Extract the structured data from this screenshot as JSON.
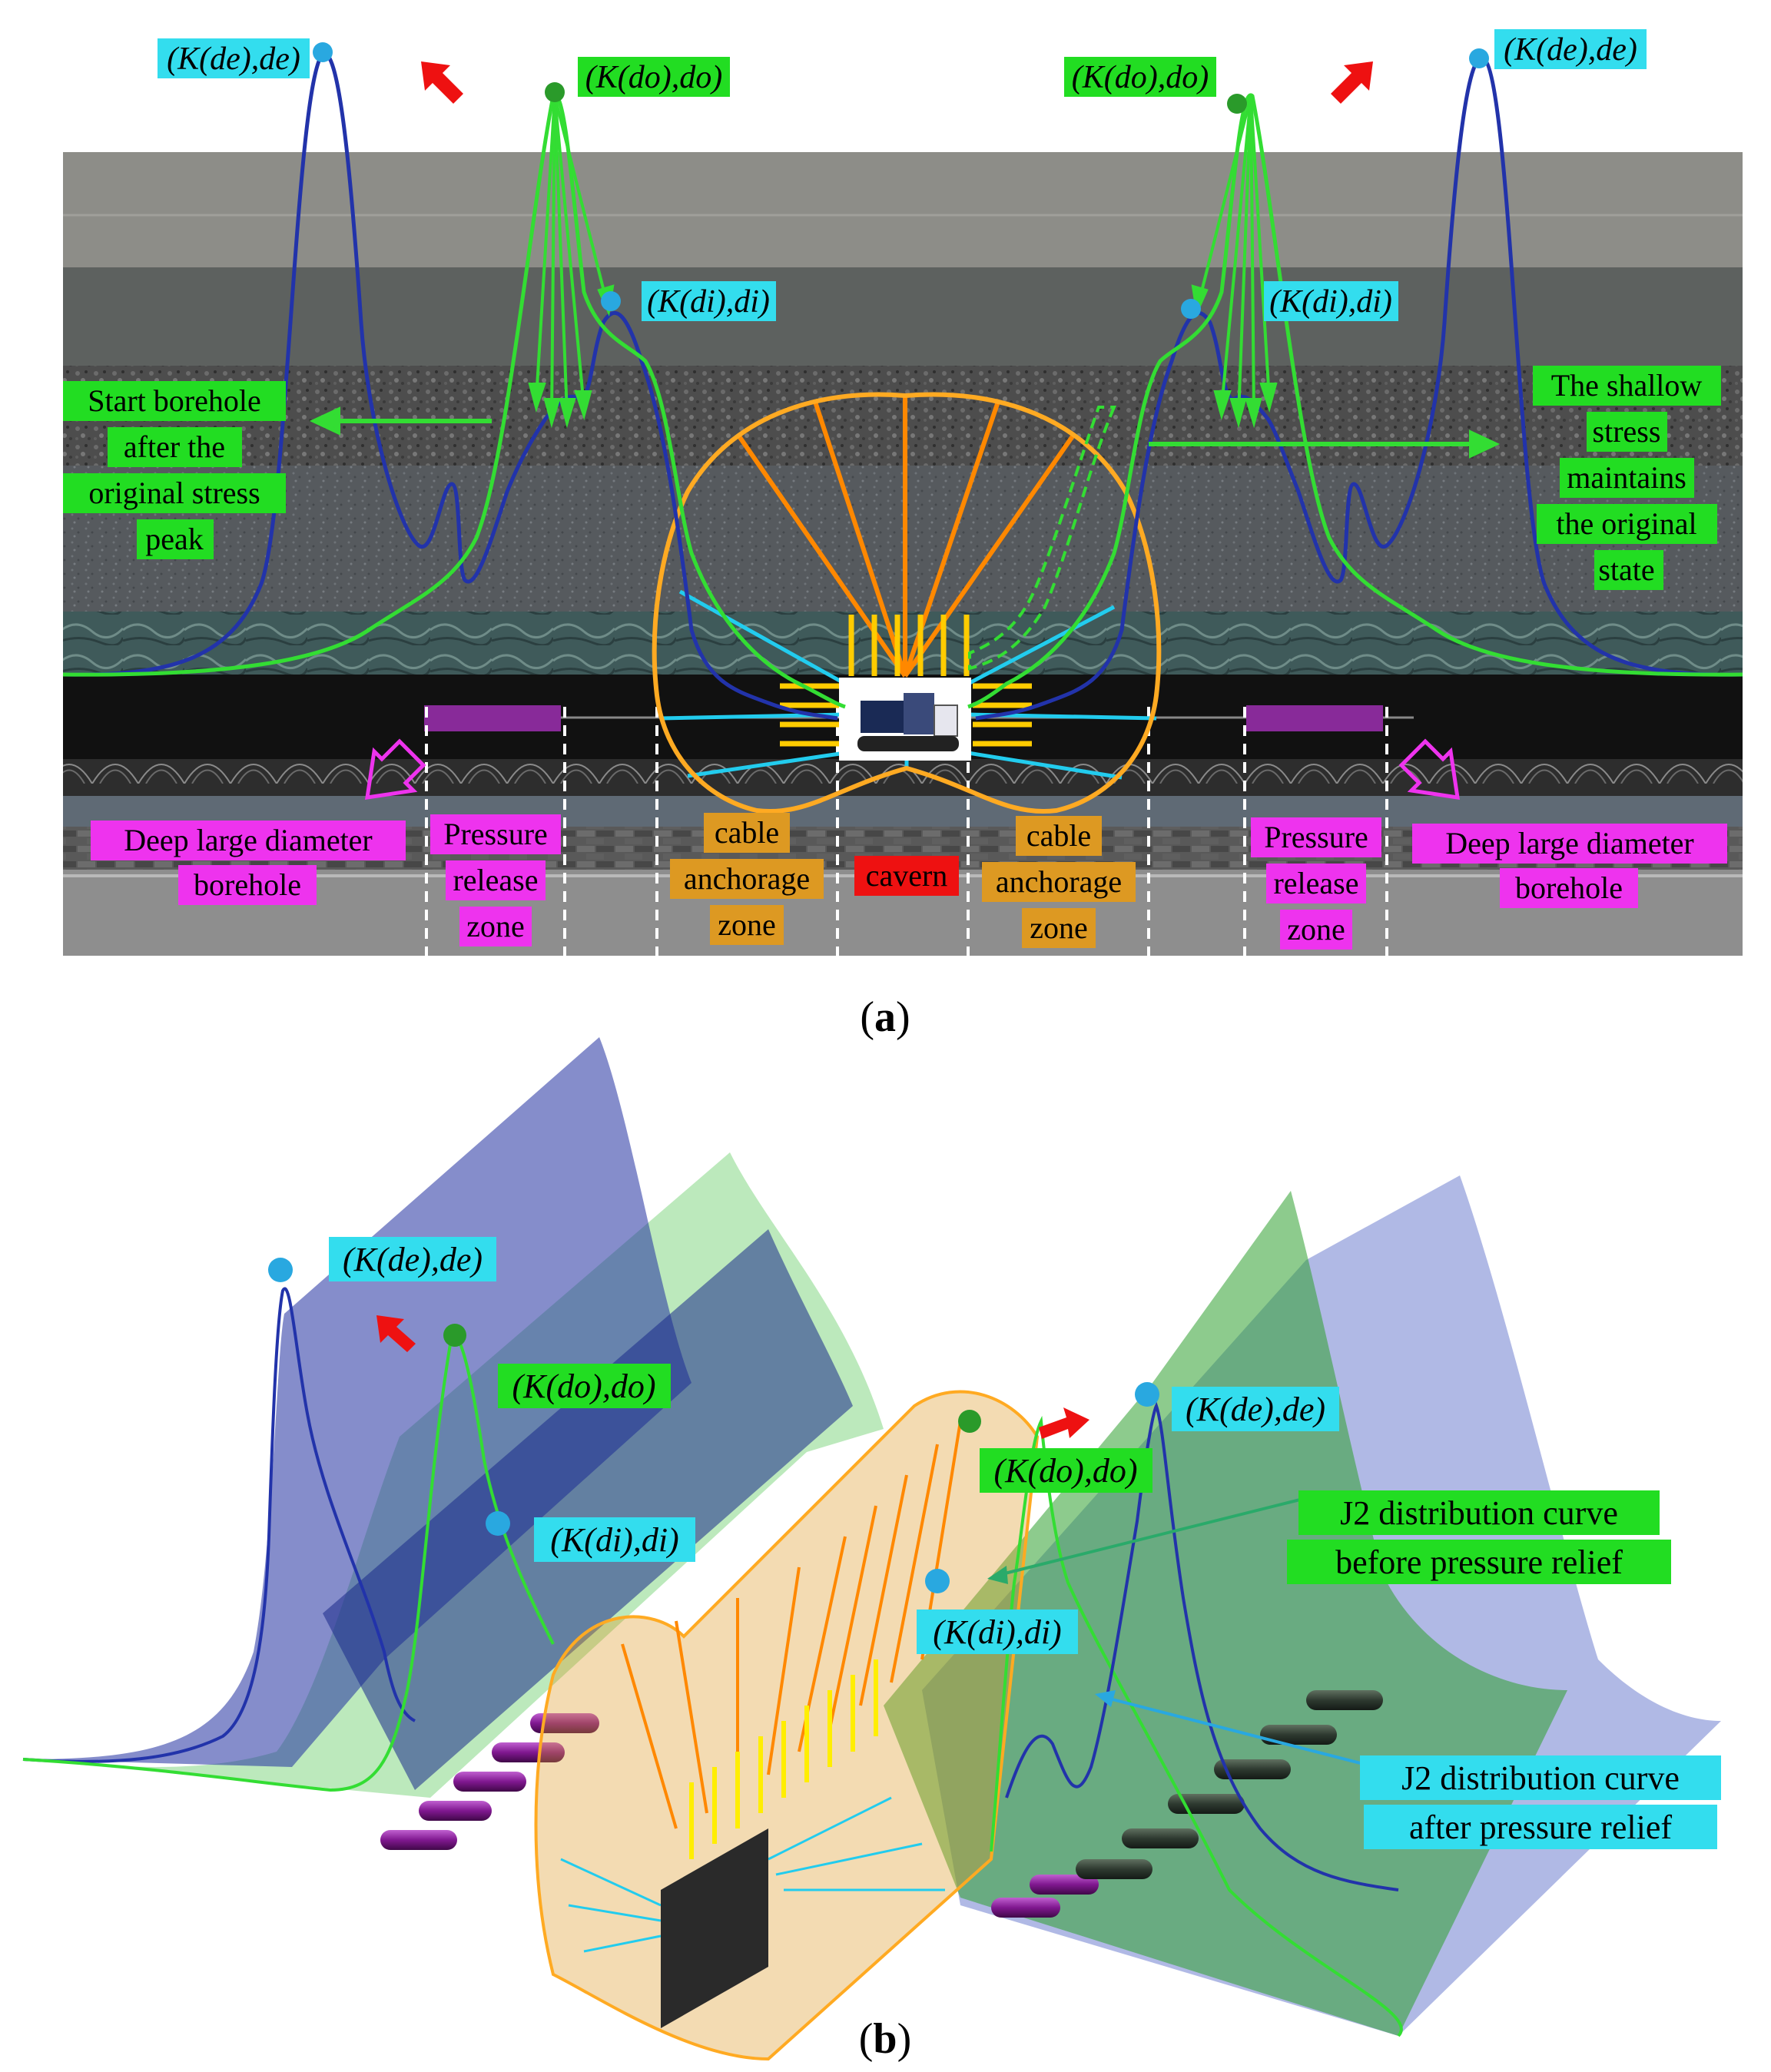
{
  "panel_a": {
    "caption_open": "(",
    "caption_letter": "a",
    "caption_close": ")",
    "labels": {
      "kde_left": "(K(de),de)",
      "kdo_left": "(K(do),do)",
      "kdi_left": "(K(di),di)",
      "kdo_right": "(K(do),do)",
      "kde_right": "(K(de),de)",
      "kdi_right": "(K(di),di)"
    },
    "notes": {
      "start_borehole": [
        "Start borehole",
        "after the",
        "original stress",
        "peak"
      ],
      "shallow_stress": [
        "The shallow",
        "stress",
        "maintains",
        "the original",
        "state"
      ]
    },
    "zones": {
      "deep_left": [
        "Deep large diameter",
        "borehole"
      ],
      "pressure_left": [
        "Pressure",
        "release",
        "zone"
      ],
      "cable_left": [
        "cable",
        "anchorage",
        "zone"
      ],
      "cavern": "cavern",
      "cable_right": [
        "cable",
        "anchorage",
        "zone"
      ],
      "pressure_right": [
        "Pressure",
        "release",
        "zone"
      ],
      "deep_right": [
        "Deep large diameter",
        "borehole"
      ]
    }
  },
  "panel_b": {
    "caption_open": "(",
    "caption_letter": "b",
    "caption_close": ")",
    "labels": {
      "kde_left": "(K(de),de)",
      "kdo_left": "(K(do),do)",
      "kdi_left": "(K(di),di)",
      "kdo_right": "(K(do),do)",
      "kde_right": "(K(de),de)",
      "kdi_right": "(K(di),di)"
    },
    "legend": {
      "before": [
        "J2 distribution curve",
        "before pressure relief"
      ],
      "after": [
        "J2 distribution curve",
        "after pressure relief"
      ]
    }
  },
  "colors": {
    "green_curve": "#33dd33",
    "blue_curve": "#2233aa",
    "cyan_box": "#33ddee",
    "green_box": "#22dd22",
    "magenta_box": "#ee33ee",
    "orange_box": "#dd9922",
    "red_box": "#ee1111",
    "orange_line": "#ff8800",
    "yellow_line": "#ffcc00"
  }
}
